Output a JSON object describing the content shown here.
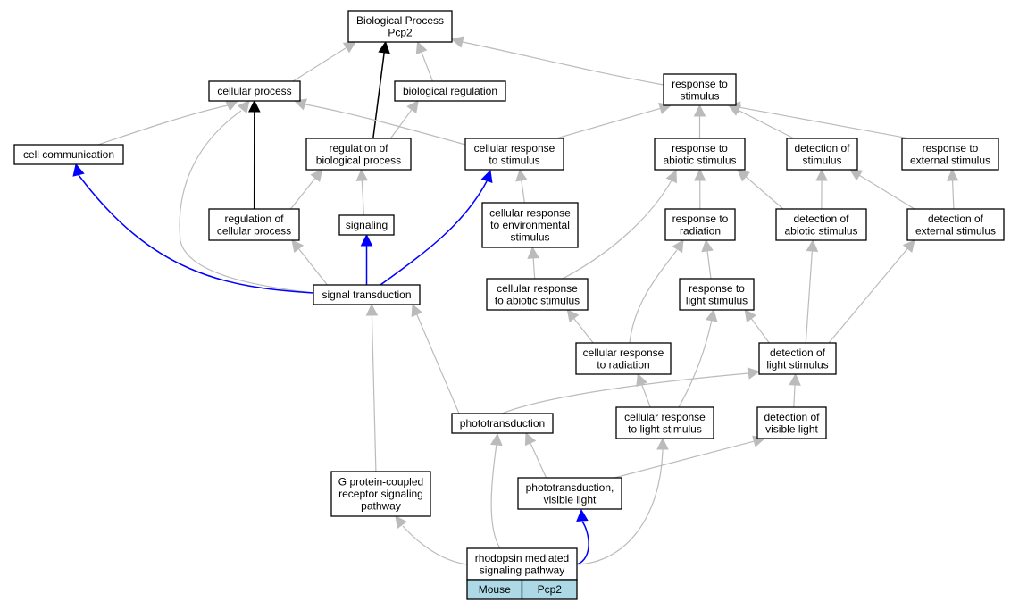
{
  "colors": {
    "edge_default": "#bbbbbb",
    "edge_highlight": "#0000ff",
    "edge_strong": "#000000",
    "node_border": "#000000",
    "legend_fill": "#add8e6"
  },
  "nodes": [
    {
      "id": "biological_process",
      "lines": [
        "Biological Process",
        "Pcp2"
      ]
    },
    {
      "id": "cellular_process",
      "lines": [
        "cellular process"
      ]
    },
    {
      "id": "biological_regulation",
      "lines": [
        "biological regulation"
      ]
    },
    {
      "id": "response_to_stimulus",
      "lines": [
        "response to",
        "stimulus"
      ]
    },
    {
      "id": "cell_communication",
      "lines": [
        "cell communication"
      ]
    },
    {
      "id": "regulation_of_biological_process",
      "lines": [
        "regulation of",
        "biological process"
      ]
    },
    {
      "id": "cellular_response_to_stimulus",
      "lines": [
        "cellular response",
        "to stimulus"
      ]
    },
    {
      "id": "response_to_abiotic_stimulus",
      "lines": [
        "response to",
        "abiotic stimulus"
      ]
    },
    {
      "id": "detection_of_stimulus",
      "lines": [
        "detection of",
        "stimulus"
      ]
    },
    {
      "id": "response_to_external_stimulus",
      "lines": [
        "response to",
        "external stimulus"
      ]
    },
    {
      "id": "regulation_of_cellular_process",
      "lines": [
        "regulation of",
        "cellular process"
      ]
    },
    {
      "id": "signaling",
      "lines": [
        "signaling"
      ]
    },
    {
      "id": "cellular_response_to_environmental_stimulus",
      "lines": [
        "cellular response",
        "to environmental",
        "stimulus"
      ]
    },
    {
      "id": "response_to_radiation",
      "lines": [
        "response to",
        "radiation"
      ]
    },
    {
      "id": "detection_of_abiotic_stimulus",
      "lines": [
        "detection of",
        "abiotic stimulus"
      ]
    },
    {
      "id": "detection_of_external_stimulus",
      "lines": [
        "detection of",
        "external stimulus"
      ]
    },
    {
      "id": "signal_transduction",
      "lines": [
        "signal transduction"
      ]
    },
    {
      "id": "cellular_response_to_abiotic_stimulus",
      "lines": [
        "cellular response",
        "to abiotic stimulus"
      ]
    },
    {
      "id": "response_to_light_stimulus",
      "lines": [
        "response to",
        "light stimulus"
      ]
    },
    {
      "id": "cellular_response_to_radiation",
      "lines": [
        "cellular response",
        "to radiation"
      ]
    },
    {
      "id": "detection_of_light_stimulus",
      "lines": [
        "detection of",
        "light stimulus"
      ]
    },
    {
      "id": "phototransduction",
      "lines": [
        "phototransduction"
      ]
    },
    {
      "id": "cellular_response_to_light_stimulus",
      "lines": [
        "cellular response",
        "to light stimulus"
      ]
    },
    {
      "id": "detection_of_visible_light",
      "lines": [
        "detection of",
        "visible light"
      ]
    },
    {
      "id": "gpcr_signaling_pathway",
      "lines": [
        "G protein-coupled",
        "receptor signaling",
        "pathway"
      ]
    },
    {
      "id": "phototransduction_visible_light",
      "lines": [
        "phototransduction,",
        "visible light"
      ]
    },
    {
      "id": "rhodopsin_mediated_signaling_pathway",
      "lines": [
        "rhodopsin mediated",
        "signaling pathway"
      ]
    }
  ],
  "legend": {
    "cells": [
      "Mouse",
      "Pcp2"
    ]
  },
  "edges": [
    {
      "from": "cellular_process",
      "to": "biological_process",
      "style": "default"
    },
    {
      "from": "regulation_of_biological_process",
      "to": "biological_process",
      "style": "strong"
    },
    {
      "from": "biological_regulation",
      "to": "biological_process",
      "style": "default"
    },
    {
      "from": "response_to_stimulus",
      "to": "biological_process",
      "style": "default"
    },
    {
      "from": "cell_communication",
      "to": "cellular_process",
      "style": "default"
    },
    {
      "from": "regulation_of_cellular_process",
      "to": "cellular_process",
      "style": "strong"
    },
    {
      "from": "cellular_response_to_stimulus",
      "to": "cellular_process",
      "style": "default"
    },
    {
      "from": "signal_transduction",
      "to": "cellular_process",
      "style": "default"
    },
    {
      "from": "regulation_of_biological_process",
      "to": "biological_regulation",
      "style": "default"
    },
    {
      "from": "cellular_response_to_stimulus",
      "to": "response_to_stimulus",
      "style": "default"
    },
    {
      "from": "response_to_abiotic_stimulus",
      "to": "response_to_stimulus",
      "style": "default"
    },
    {
      "from": "detection_of_stimulus",
      "to": "response_to_stimulus",
      "style": "default"
    },
    {
      "from": "response_to_external_stimulus",
      "to": "response_to_stimulus",
      "style": "default"
    },
    {
      "from": "signal_transduction",
      "to": "cell_communication",
      "style": "highlight"
    },
    {
      "from": "regulation_of_cellular_process",
      "to": "regulation_of_biological_process",
      "style": "default"
    },
    {
      "from": "signaling",
      "to": "regulation_of_biological_process",
      "style": "default"
    },
    {
      "from": "signal_transduction",
      "to": "cellular_response_to_stimulus",
      "style": "highlight"
    },
    {
      "from": "cellular_response_to_environmental_stimulus",
      "to": "cellular_response_to_stimulus",
      "style": "default"
    },
    {
      "from": "response_to_radiation",
      "to": "response_to_abiotic_stimulus",
      "style": "default"
    },
    {
      "from": "detection_of_abiotic_stimulus",
      "to": "response_to_abiotic_stimulus",
      "style": "default"
    },
    {
      "from": "cellular_response_to_abiotic_stimulus",
      "to": "response_to_abiotic_stimulus",
      "style": "default"
    },
    {
      "from": "detection_of_abiotic_stimulus",
      "to": "detection_of_stimulus",
      "style": "default"
    },
    {
      "from": "detection_of_external_stimulus",
      "to": "detection_of_stimulus",
      "style": "default"
    },
    {
      "from": "detection_of_external_stimulus",
      "to": "response_to_external_stimulus",
      "style": "default"
    },
    {
      "from": "signal_transduction",
      "to": "regulation_of_cellular_process",
      "style": "default"
    },
    {
      "from": "signal_transduction",
      "to": "signaling",
      "style": "highlight"
    },
    {
      "from": "cellular_response_to_abiotic_stimulus",
      "to": "cellular_response_to_environmental_stimulus",
      "style": "default"
    },
    {
      "from": "response_to_light_stimulus",
      "to": "response_to_radiation",
      "style": "default"
    },
    {
      "from": "cellular_response_to_radiation",
      "to": "response_to_radiation",
      "style": "default"
    },
    {
      "from": "detection_of_light_stimulus",
      "to": "detection_of_abiotic_stimulus",
      "style": "default"
    },
    {
      "from": "detection_of_light_stimulus",
      "to": "detection_of_external_stimulus",
      "style": "default"
    },
    {
      "from": "phototransduction",
      "to": "signal_transduction",
      "style": "default"
    },
    {
      "from": "gpcr_signaling_pathway",
      "to": "signal_transduction",
      "style": "default"
    },
    {
      "from": "cellular_response_to_radiation",
      "to": "cellular_response_to_abiotic_stimulus",
      "style": "default"
    },
    {
      "from": "detection_of_light_stimulus",
      "to": "response_to_light_stimulus",
      "style": "default"
    },
    {
      "from": "cellular_response_to_light_stimulus",
      "to": "response_to_light_stimulus",
      "style": "default"
    },
    {
      "from": "cellular_response_to_light_stimulus",
      "to": "cellular_response_to_radiation",
      "style": "default"
    },
    {
      "from": "phototransduction",
      "to": "detection_of_light_stimulus",
      "style": "default"
    },
    {
      "from": "detection_of_visible_light",
      "to": "detection_of_light_stimulus",
      "style": "default"
    },
    {
      "from": "phototransduction_visible_light",
      "to": "phototransduction",
      "style": "default"
    },
    {
      "from": "phototransduction_visible_light",
      "to": "detection_of_visible_light",
      "style": "default"
    },
    {
      "from": "rhodopsin_mediated_signaling_pathway",
      "to": "gpcr_signaling_pathway",
      "style": "default"
    },
    {
      "from": "rhodopsin_mediated_signaling_pathway",
      "to": "phototransduction",
      "style": "default"
    },
    {
      "from": "rhodopsin_mediated_signaling_pathway",
      "to": "phototransduction_visible_light",
      "style": "highlight"
    },
    {
      "from": "rhodopsin_mediated_signaling_pathway",
      "to": "cellular_response_to_light_stimulus",
      "style": "default"
    }
  ]
}
